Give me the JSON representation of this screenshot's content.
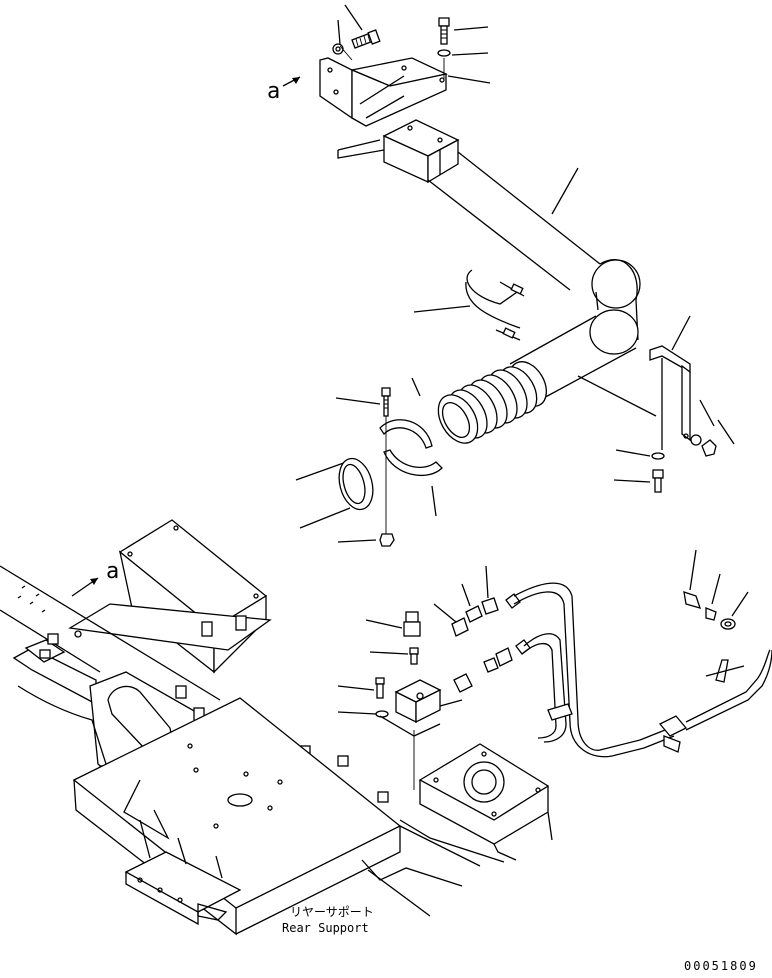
{
  "drawing": {
    "view_marker": "a",
    "caption_jp": "リヤーサポート",
    "caption_en": "Rear Support",
    "drawing_number": "00051809"
  }
}
